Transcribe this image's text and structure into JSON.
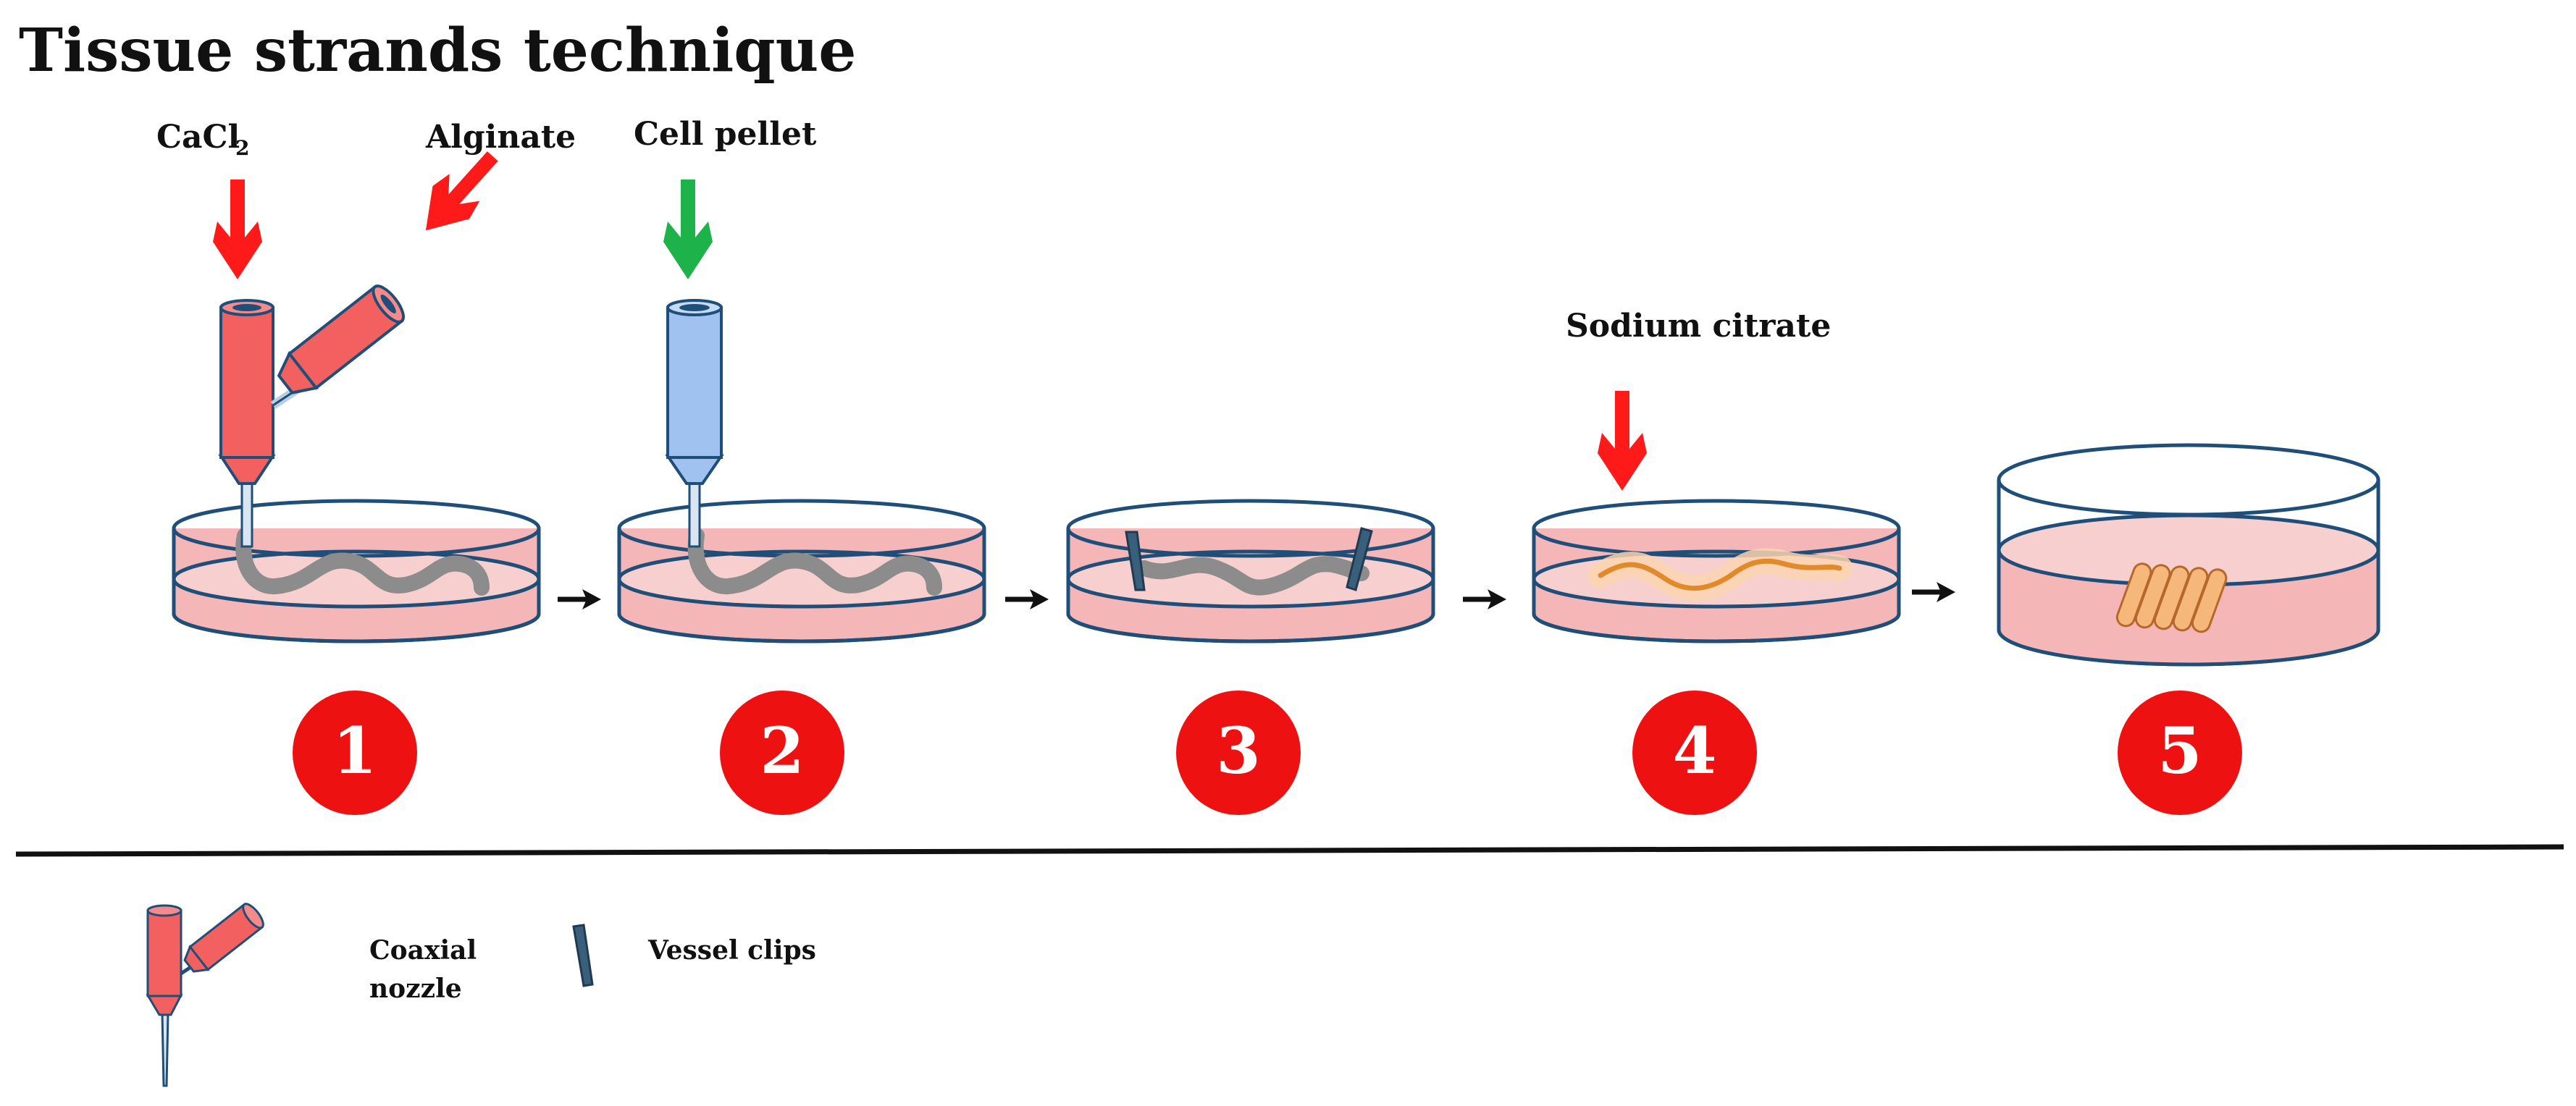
{
  "title": "Tissue strands technique",
  "labels": {
    "cacl2_main": "CaCl",
    "cacl2_sub": "2",
    "alginate": "Alginate",
    "cell_pellet": "Cell pellet",
    "sodium_citrate": "Sodium citrate"
  },
  "steps": [
    "1",
    "2",
    "3",
    "4",
    "5"
  ],
  "legend": {
    "coaxial_nozzle_line1": "Coaxial",
    "coaxial_nozzle_line2": "nozzle",
    "vessel_clips": "Vessel clips"
  },
  "colors": {
    "red_arrow": "#ff1a1a",
    "green_arrow": "#1db34a",
    "nozzle_red": "#f26060",
    "nozzle_blue": "#9fc2f0",
    "dish_outline": "#1f4e79",
    "medium": "#f4b6b6",
    "strand_gray": "#8c8c8c",
    "strand_orange": "#f2a24a",
    "clip": "#3a5f7a",
    "step_circle": "#ee1111"
  }
}
